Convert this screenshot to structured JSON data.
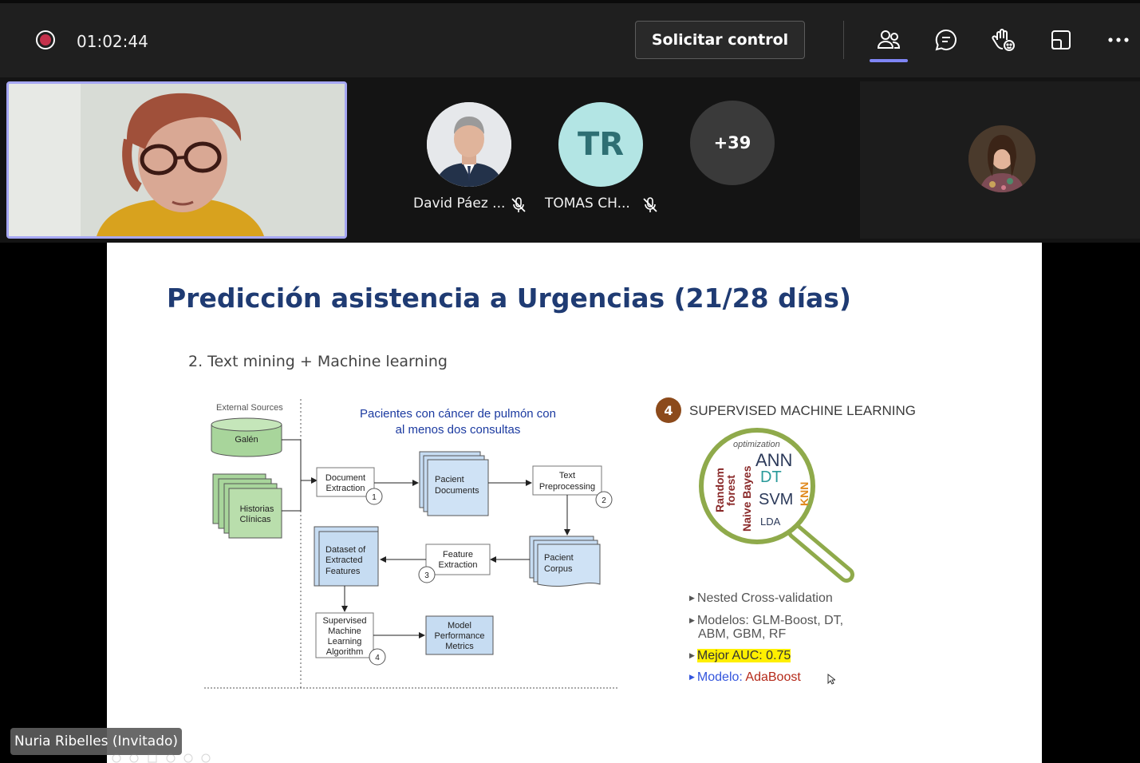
{
  "meeting": {
    "timer": "01:02:44",
    "request_control_label": "Solicitar control",
    "toolbar_icons": [
      "people-icon",
      "chat-icon",
      "raise-hand-icon",
      "share-tray-icon",
      "more-icon"
    ],
    "accent_color": "#7f85f5",
    "recording_color": "#c4314b"
  },
  "participants": {
    "david": {
      "name": "David Páez ..."
    },
    "tomas": {
      "name": "TOMAS CH...",
      "initials": "TR"
    },
    "more": {
      "label": "+39"
    }
  },
  "presenter": {
    "name": "Nuria Ribelles (Invitado)"
  },
  "slide": {
    "title": "Predicción asistencia a Urgencias (21/28 días)",
    "subtitle": "2. Text mining + Machine learning",
    "flow": {
      "external_sources": "External Sources",
      "galen": "Galén",
      "historias_1": "Historias",
      "historias_2": "Clínicas",
      "cohort_1": "Pacientes con cáncer de pulmón con",
      "cohort_2": "al menos dos consultas",
      "doc_extraction_1": "Document",
      "doc_extraction_2": "Extraction",
      "pacient_docs_1": "Pacient",
      "pacient_docs_2": "Documents",
      "text_prep_1": "Text",
      "text_prep_2": "Preprocessing",
      "pacient_corpus_1": "Pacient",
      "pacient_corpus_2": "Corpus",
      "feature_extraction_1": "Feature",
      "feature_extraction_2": "Extraction",
      "dataset_1": "Dataset of",
      "dataset_2": "Extracted",
      "dataset_3": "Features",
      "supervised_1": "Supervised",
      "supervised_2": "Machine",
      "supervised_3": "Learning",
      "supervised_4": "Algorithm",
      "model_perf_1": "Model",
      "model_perf_2": "Performance",
      "model_perf_3": "Metrics",
      "step_1": "1",
      "step_2": "2",
      "step_3": "3",
      "step_4": "4"
    },
    "section": {
      "badge": "4",
      "title": "SUPERVISED MACHINE LEARNING",
      "words": {
        "optimization": "optimization",
        "ann": "ANN",
        "dt": "DT",
        "svm": "SVM",
        "lda": "LDA",
        "random": "Random",
        "forest": "forest",
        "naive_bayes": "Naive Bayes",
        "knn": "KNN"
      }
    },
    "bullets": {
      "nested": "Nested Cross-validation",
      "modelos_1": "Modelos: GLM-Boost, DT,",
      "modelos_2": "ABM, GBM, RF",
      "auc": "Mejor AUC: 0.75",
      "modelo_label": "Modelo:",
      "modelo_value": "AdaBoost"
    }
  }
}
